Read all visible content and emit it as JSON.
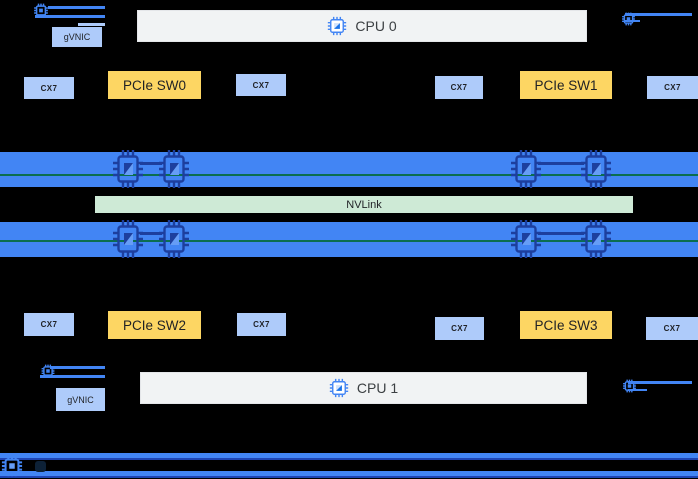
{
  "nodes": {
    "cpu0": "CPU 0",
    "cpu1": "CPU 1",
    "nvlink": "NVLink",
    "gvnic_top": "gVNIC",
    "gvnic_bottom": "gVNIC"
  },
  "pcie_switches": [
    "PCIe SW0",
    "PCIe SW1",
    "PCIe SW2",
    "PCIe SW3"
  ],
  "cx7": [
    "CX7",
    "CX7",
    "CX7",
    "CX7",
    "CX7",
    "CX7",
    "CX7",
    "CX7"
  ],
  "icons": {
    "cpu": "cpu-chip-icon",
    "gpu": "gpu-chip-icon",
    "nic": "nic-chip-icon",
    "bottom_left": "network-chip-icon"
  },
  "colors": {
    "background": "#000000",
    "bar_blue": "#4285f4",
    "box_blue": "#aecbfa",
    "switch_yellow": "#fdd663",
    "nvlink_green": "#ceead6",
    "cpu_gray": "#f1f3f4",
    "gpu_chip_navy": "#1d3f9e",
    "link_teal": "#0b6e4f",
    "text_dark": "#1f2125"
  }
}
